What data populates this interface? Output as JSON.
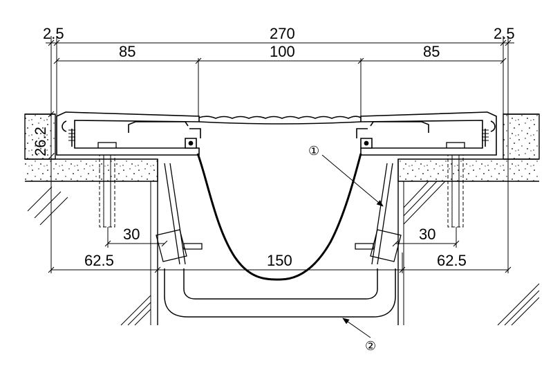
{
  "dimensions": {
    "top_total": "270",
    "edge_left": "2.5",
    "edge_right": "2.5",
    "span_left": "85",
    "span_center": "100",
    "span_right": "85",
    "height": "26.2",
    "anchor_left": "30",
    "anchor_right": "30",
    "bottom_left": "62.5",
    "bottom_center": "150",
    "bottom_right": "62.5"
  },
  "callouts": {
    "item1": "①",
    "item2": "②"
  }
}
